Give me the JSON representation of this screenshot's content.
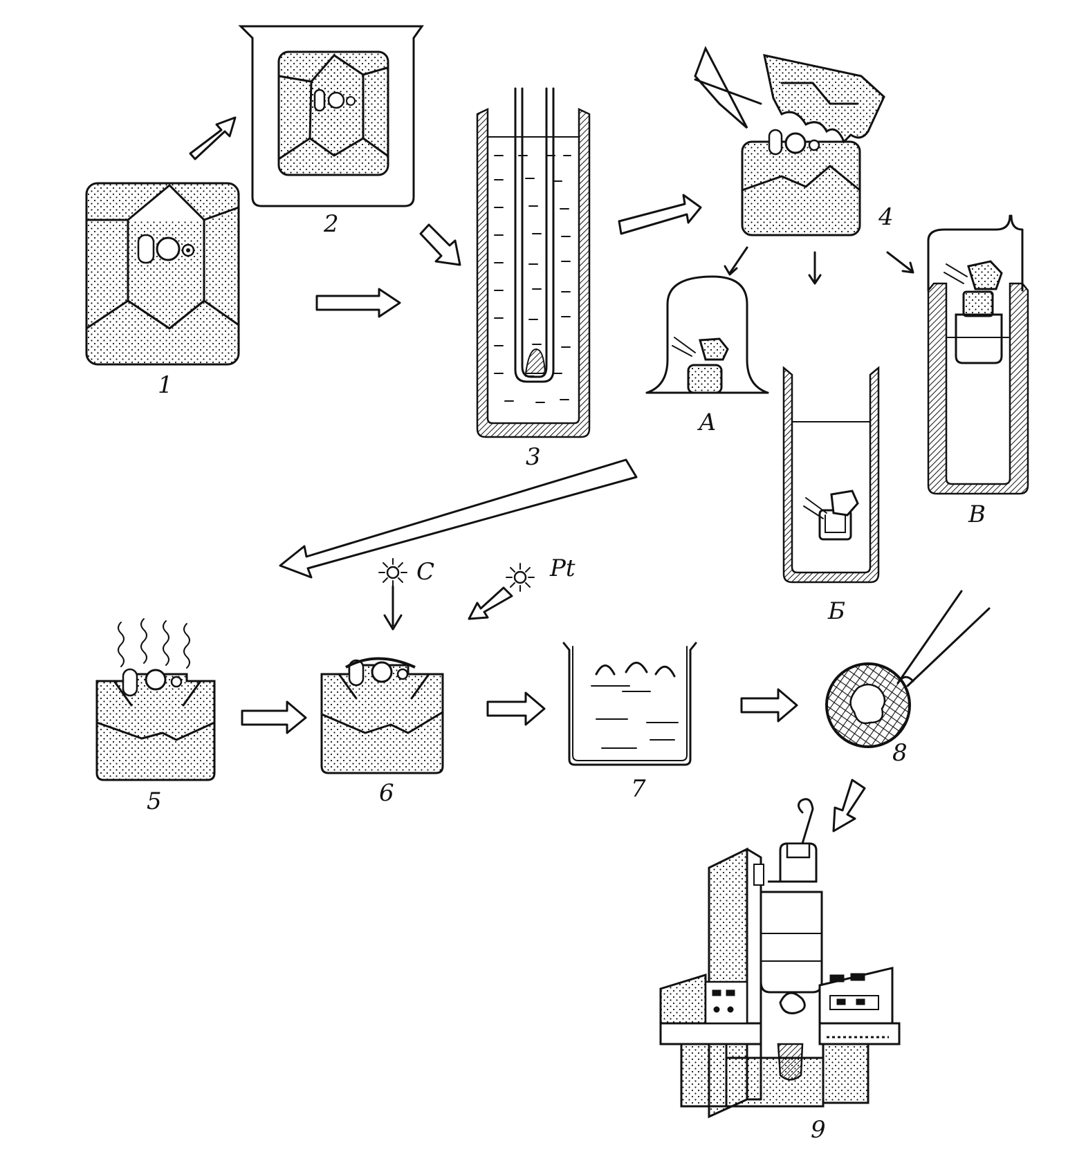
{
  "labels": {
    "step1": "1",
    "step2": "2",
    "step3": "3",
    "step4": "4",
    "step5": "5",
    "step6": "6",
    "step7": "7",
    "step8": "8",
    "step9": "9",
    "variant_a": "А",
    "variant_b": "Б",
    "variant_v": "В",
    "carbon": "C",
    "platinum": "Pt"
  },
  "colors": {
    "ink": "#111111",
    "paper": "#ffffff"
  }
}
